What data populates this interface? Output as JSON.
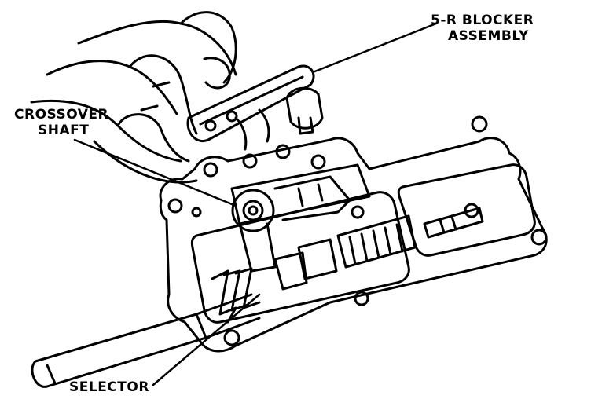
{
  "labels": {
    "blocker_line1": "5-R BLOCKER",
    "blocker_line2": "ASSEMBLY",
    "crossover_line1": "CROSSOVER",
    "crossover_line2": "SHAFT",
    "selector": "SELECTOR"
  },
  "colors": {
    "ink": "#000000",
    "paper": "#ffffff"
  }
}
